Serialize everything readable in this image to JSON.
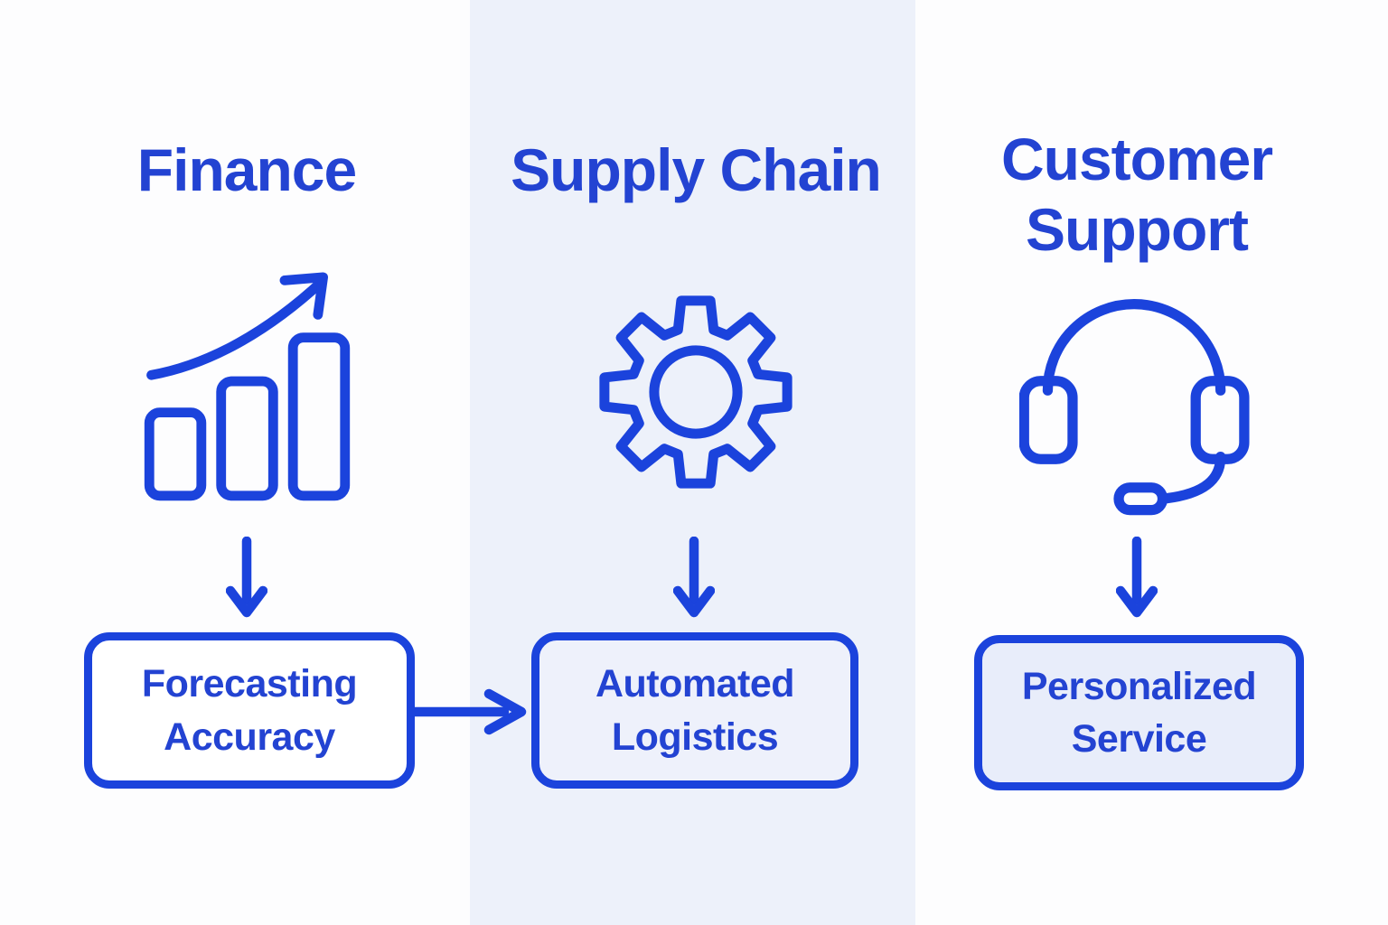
{
  "page": {
    "background": "#fdfdfe",
    "band_background": "#edf1fa",
    "accent_stroke": "#1b43dc",
    "accent_text": "#2343d2"
  },
  "columns": [
    {
      "title": "Finance",
      "icon": "bar-chart-growth-icon",
      "box_label": "Forecasting Accuracy",
      "box_background": "#ffffff"
    },
    {
      "title": "Supply Chain",
      "icon": "gear-icon",
      "box_label": "Automated Logistics",
      "box_background": "#eef1fb"
    },
    {
      "title": "Customer Support",
      "icon": "headset-icon",
      "box_label": "Personalized Service",
      "box_background": "#e8edfa"
    }
  ],
  "connectors": {
    "down_arrows": 3,
    "horizontal_arrow": {
      "from": "Forecasting Accuracy",
      "to": "Automated Logistics"
    }
  }
}
